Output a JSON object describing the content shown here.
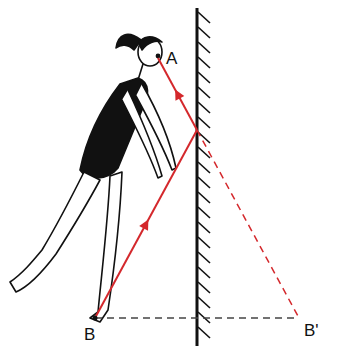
{
  "diagram": {
    "labels": [
      "A",
      "B",
      "B'"
    ]
  }
}
